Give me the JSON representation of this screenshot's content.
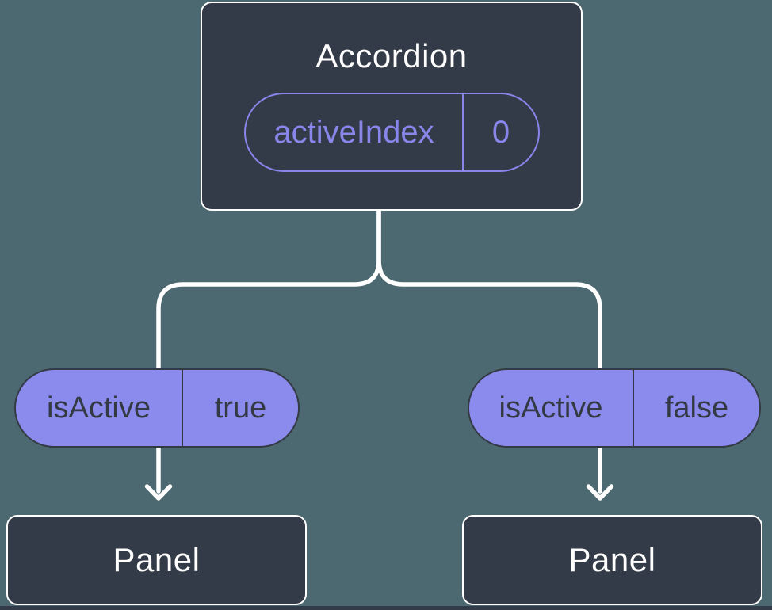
{
  "diagram": {
    "root": {
      "title": "Accordion",
      "state": {
        "name": "activeIndex",
        "value": "0"
      }
    },
    "children": [
      {
        "prop": {
          "name": "isActive",
          "value": "true"
        },
        "node": {
          "title": "Panel"
        }
      },
      {
        "prop": {
          "name": "isActive",
          "value": "false"
        },
        "node": {
          "title": "Panel"
        }
      }
    ],
    "colors": {
      "background": "#4C6870",
      "node_fill": "#343B48",
      "node_border": "#FFFFFF",
      "title_text": "#FFFFFF",
      "accent_purple": "#8886EB",
      "pill_fill": "#8B8BEE",
      "pill_text": "#333A44",
      "connector": "#FFFFFF"
    }
  }
}
